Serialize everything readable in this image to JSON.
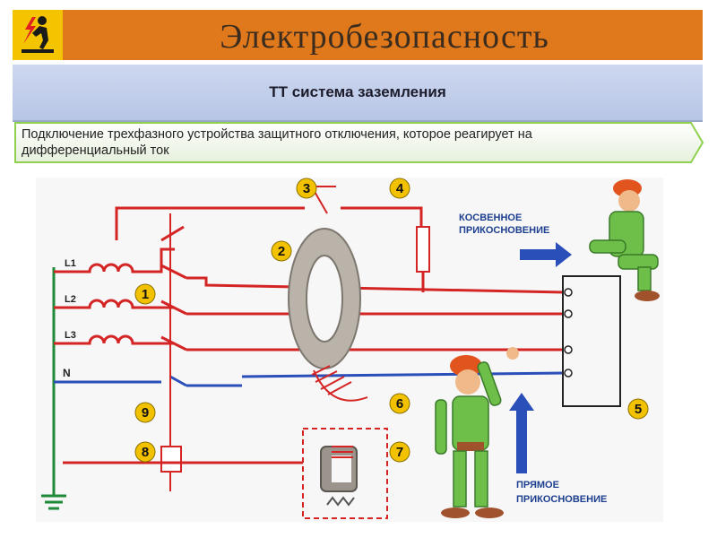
{
  "header": {
    "title": "Электробезопасность",
    "logo_icon": "electric-hazard-icon",
    "bg_color": "#e0781c",
    "logo_color": "#f5c400"
  },
  "subtitle": {
    "text": "ТТ система заземления"
  },
  "caption": {
    "text": "Подключение трехфазного устройства защитного отключения, которое реагирует на дифференциальный ток"
  },
  "diagram": {
    "phase_labels": [
      "L1",
      "L2",
      "L3"
    ],
    "neutral_label": "N",
    "markers": [
      "1",
      "2",
      "3",
      "4",
      "5",
      "6",
      "7",
      "8",
      "9"
    ],
    "indirect_contact_label": [
      "КОСВЕННОЕ",
      "ПРИКОСНОВЕНИЕ"
    ],
    "direct_contact_label": [
      "ПРЯМОЕ",
      "ПРИКОСНОВЕНИЕ"
    ],
    "colors": {
      "phase": "#d42424",
      "neutral": "#2a4fb8",
      "ground": "#1e8a3a",
      "marker": "#f2c200",
      "worker_suit": "#6dbf4a",
      "helmet": "#e2541e",
      "label": "#1c3f8f"
    }
  }
}
